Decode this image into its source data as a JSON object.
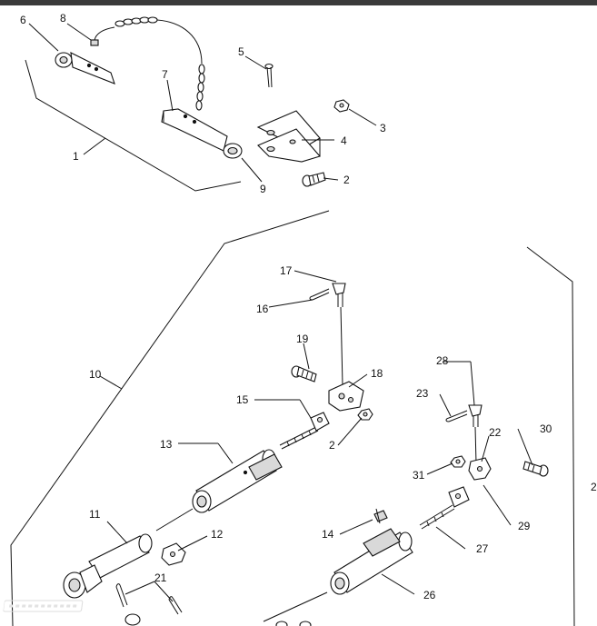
{
  "diagram": {
    "callouts": [
      "1",
      "2",
      "3",
      "4",
      "5",
      "6",
      "7",
      "8",
      "9",
      "10",
      "11",
      "12",
      "13",
      "14",
      "15",
      "16",
      "17",
      "18",
      "19",
      "2",
      "21",
      "22",
      "23",
      "26",
      "27",
      "28",
      "29",
      "30",
      "31",
      "2"
    ]
  }
}
